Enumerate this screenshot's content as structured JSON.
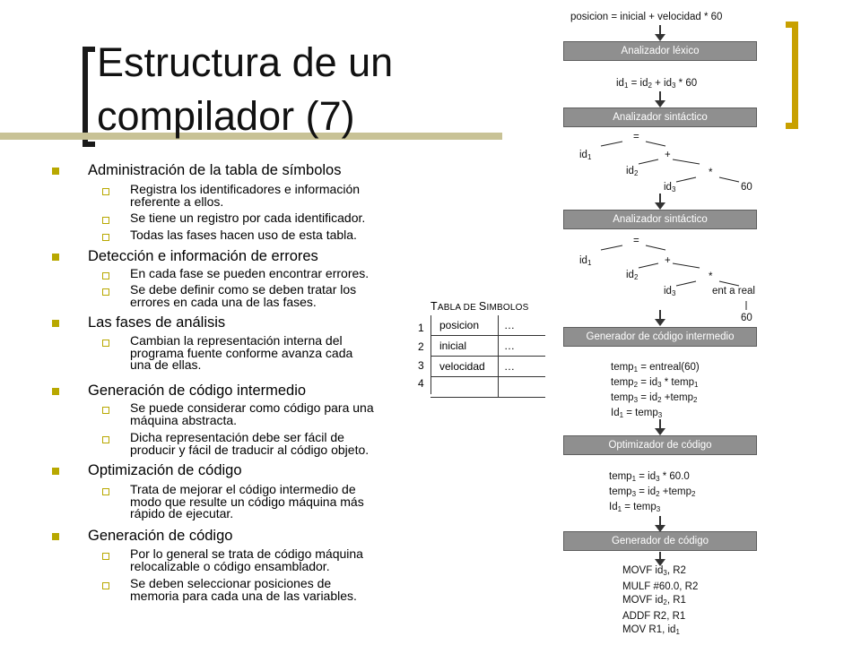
{
  "slide": {
    "title_line1": "Estructura de un",
    "title_line2": "compilador (7)"
  },
  "bullets": [
    {
      "text": "Administración de la tabla de símbolos",
      "subs": [
        [
          "Registra los identificadores e información",
          "referente a ellos."
        ],
        [
          "Se tiene un registro por cada identificador."
        ],
        [
          "Todas las fases hacen uso de esta tabla."
        ]
      ]
    },
    {
      "text": "Detección e información de errores",
      "subs": [
        [
          "En cada fase se pueden encontrar errores."
        ],
        [
          "Se debe definir como se deben tratar los",
          "errores en cada una de las fases."
        ]
      ]
    },
    {
      "text": "Las fases de análisis",
      "subs": [
        [
          "Cambian la representación interna del",
          "programa fuente conforme avanza cada",
          "una de ellas."
        ]
      ]
    },
    {
      "text": "Generación de código intermedio",
      "subs": [
        [
          "Se puede considerar como código para una",
          "máquina abstracta."
        ],
        [
          "Dicha representación debe ser fácil de",
          "producir y fácil de traducir al código objeto."
        ]
      ]
    },
    {
      "text": "Optimización de código",
      "subs": [
        [
          "Trata de mejorar el código intermedio de",
          "modo que resulte un código máquina más",
          "rápido de ejecutar."
        ]
      ]
    },
    {
      "text": "Generación de código",
      "subs": [
        [
          "Por lo general se trata de código máquina",
          "relocalizable o código ensamblador."
        ],
        [
          "Se deben seleccionar posiciones de",
          "memoria para cada una de las variables."
        ]
      ]
    }
  ],
  "symbol_table": {
    "title_big_t": "T",
    "title_rest1": "ABLA DE ",
    "title_big_s": "S",
    "title_rest2": "IMBOLOS",
    "rows": [
      {
        "num": "1",
        "name": "posicion",
        "info": "…"
      },
      {
        "num": "2",
        "name": "inicial",
        "info": "…"
      },
      {
        "num": "3",
        "name": "velocidad",
        "info": "…"
      },
      {
        "num": "4",
        "name": "",
        "info": ""
      }
    ]
  },
  "pipeline": {
    "source": "posicion = inicial + velocidad * 60",
    "stages": {
      "lexer": "Analizador léxico",
      "parser1": "Analizador  sintáctico",
      "parser2": "Analizador  sintáctico",
      "intermediate": "Generador de código intermedio",
      "optimizer": "Optimizador de código",
      "codegen": "Generador de código"
    },
    "tokens": {
      "id": "id",
      "eq": " = ",
      "plus": " + ",
      "times": " * ",
      "num": "60",
      "sub1": "1",
      "sub2": "2",
      "sub3": "3"
    },
    "tree": {
      "eq": "=",
      "plus": "+",
      "star": "*",
      "id": "id",
      "s1": "1",
      "s2": "2",
      "s3": "3",
      "sixty": "60",
      "conv": "ent a real"
    },
    "intermediate_code": {
      "temp": "temp",
      "Id": "Id",
      "l1_rest": " = entreal(60)",
      "l2_mid": " = id",
      "l2_rest": " * temp",
      "l3_mid": " = id",
      "l3_rest": " +temp",
      "l4_mid": " = temp"
    },
    "optimized_code": {
      "l1_rest": " * 60.0"
    },
    "assembly": {
      "l1": "MOVF id",
      "l1_tail": ", R2",
      "l2": "MULF #60.0, R2",
      "l3": "MOVF id",
      "l3_tail": ", R1",
      "l4": "ADDF R2, R1",
      "l5": "MOV R1, id"
    }
  }
}
